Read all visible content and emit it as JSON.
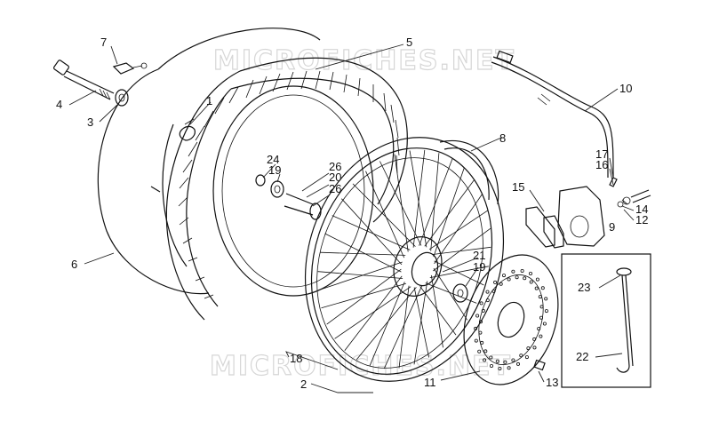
{
  "watermark": {
    "text": "MICROFICHES.NET"
  },
  "callouts": [
    {
      "id": "c1",
      "text": "1"
    },
    {
      "id": "c2",
      "text": "2"
    },
    {
      "id": "c3",
      "text": "3"
    },
    {
      "id": "c4",
      "text": "4"
    },
    {
      "id": "c5",
      "text": "5"
    },
    {
      "id": "c6",
      "text": "6"
    },
    {
      "id": "c7",
      "text": "7"
    },
    {
      "id": "c8",
      "text": "8"
    },
    {
      "id": "c9",
      "text": "9"
    },
    {
      "id": "c10",
      "text": "10"
    },
    {
      "id": "c11",
      "text": "11"
    },
    {
      "id": "c12",
      "text": "12"
    },
    {
      "id": "c13",
      "text": "13"
    },
    {
      "id": "c14",
      "text": "14"
    },
    {
      "id": "c15",
      "text": "15"
    },
    {
      "id": "c16",
      "text": "16"
    },
    {
      "id": "c17",
      "text": "17"
    },
    {
      "id": "c18",
      "text": "18"
    },
    {
      "id": "c19a",
      "text": "19"
    },
    {
      "id": "c19b",
      "text": "19"
    },
    {
      "id": "c20",
      "text": "20"
    },
    {
      "id": "c21",
      "text": "21"
    },
    {
      "id": "c22",
      "text": "22"
    },
    {
      "id": "c23",
      "text": "23"
    },
    {
      "id": "c24",
      "text": "24"
    },
    {
      "id": "c26a",
      "text": "26"
    },
    {
      "id": "c26b",
      "text": "26"
    }
  ]
}
